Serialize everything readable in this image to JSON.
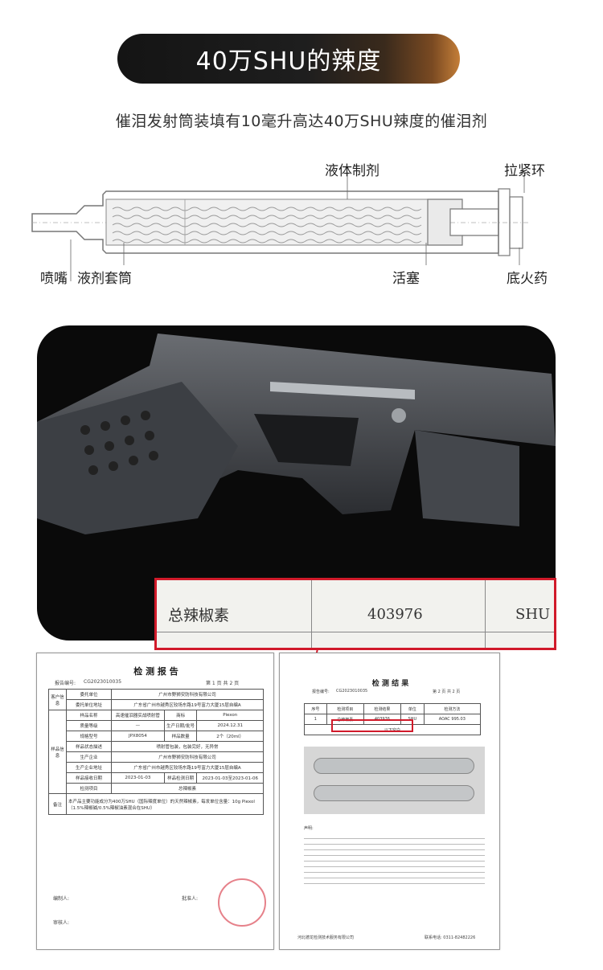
{
  "banner": {
    "title": "40万SHU的辣度"
  },
  "subtitle": "催泪发射筒装填有10毫升高达40万SHU辣度的催泪剂",
  "diagram": {
    "labels": {
      "liquid": "液体制剂",
      "ring": "拉紧环",
      "nozzle": "喷嘴",
      "sleeve": "液剂套筒",
      "piston": "活塞",
      "primer": "底火药"
    }
  },
  "zoom": {
    "item": "总辣椒素",
    "value": "403976",
    "unit": "SHU"
  },
  "report1": {
    "title": "检 测 报 告",
    "report_no_label": "报告编号:",
    "report_no": "CG2023010035",
    "page": "第 1 页 共 2 页",
    "rows": [
      [
        "委托单位",
        "广州市野狮安防科技有限公司"
      ],
      [
        "委托单位地址",
        "广东省广州市越秀区较场东路19号富力大厦15层自编A"
      ],
      [
        "样品名称",
        "高速催泪器实战喷射管"
      ],
      [
        "质量等级",
        "—"
      ],
      [
        "规格型号",
        "JPX8054"
      ],
      [
        "样品状态描述",
        "喷射管包装，包装完好，无异常"
      ],
      [
        "生产企业",
        "广州市野狮安防科技有限公司"
      ],
      [
        "生产企业地址",
        "广东省广州市越秀区较场东路19号富力大厦15层自编A"
      ],
      [
        "样品接收日期",
        "2023-01-03"
      ],
      [
        "检测项目",
        "总辣椒素"
      ]
    ],
    "brand_label": "商标",
    "brand": "Piexon",
    "date_label": "生产日期/批号",
    "date": "2024.12.31",
    "qty_label": "样品数量",
    "qty": "2个（20ml）",
    "period_label": "样品检测日期",
    "period": "2023-01-03至2023-01-06",
    "remark_label": "备注",
    "remark": "本产品主要功能成分为400万SHU（国际辣度单位）的天然辣椒素，每发单位含量：10g Piexol（1.5%辣椒碱/0.5%辣椒油素混合在SHU）",
    "editor_label": "编制人:",
    "reviewer_label": "审核人:",
    "approver_label": "批准人:"
  },
  "report2": {
    "title": "检 测 结 果",
    "report_no_label": "报告编号:",
    "report_no": "CG2023010035",
    "page": "第 2 页 共 2 页",
    "headers": [
      "序号",
      "检测项目",
      "检测结果",
      "单位",
      "检测方法"
    ],
    "row": [
      "1",
      "总辣椒素",
      "403976",
      "SHU",
      "AOAC 995.03"
    ],
    "blank_note": "以下空白",
    "statement_label": "声明:",
    "footer_left": "河北德龙检测技术服务有限公司",
    "footer_right": "联系电话: 0311-82482226"
  },
  "colors": {
    "accent_red": "#d11a2a",
    "banner_dark": "#141414",
    "banner_orange": "#c47e38"
  }
}
